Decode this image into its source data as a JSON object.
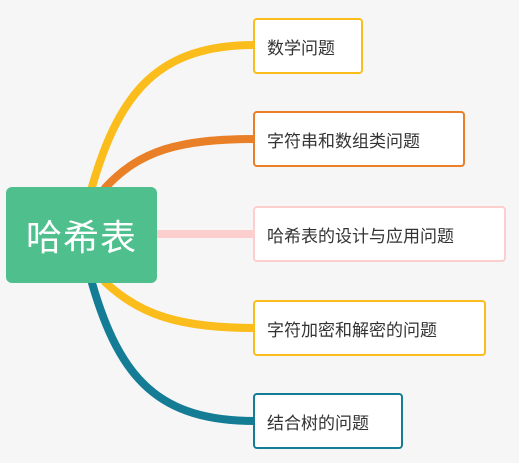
{
  "root": {
    "label": "哈希表"
  },
  "topics": [
    {
      "label": "数学问题",
      "color": "#fbbd1b"
    },
    {
      "label": "字符串和数组类问题",
      "color": "#e97f26"
    },
    {
      "label": "哈希表的设计与应用问题",
      "color": "#fccfce"
    },
    {
      "label": "字符加密和解密的问题",
      "color": "#fbbd1b"
    },
    {
      "label": "结合树的问题",
      "color": "#147d95"
    }
  ],
  "root_color": "#4fc08d"
}
